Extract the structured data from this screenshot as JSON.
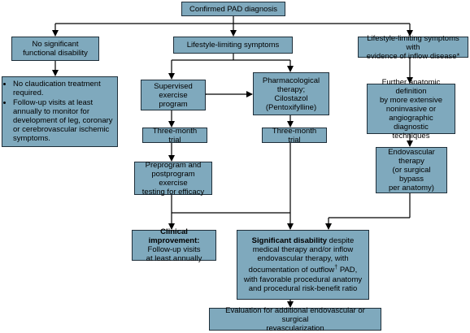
{
  "nodes": {
    "confirmed": "Confirmed PAD diagnosis",
    "no_sig_1": "No significant",
    "no_sig_2": "functional disability",
    "lifestyle": "Lifestyle-limiting symptoms",
    "inflow_1": "Lifestyle-limiting symptoms with",
    "inflow_2": "evidence of inflow disease*",
    "no_claud_items": [
      "No claudication treatment required.",
      "Follow-up visits at least annually to monitor for development of leg, coronary or cerebrovascular ischemic symptoms."
    ],
    "supervised_1": "Supervised",
    "supervised_2": "exercise program",
    "pharm_1": "Pharmacological",
    "pharm_2": "therapy;",
    "pharm_3": "Cilostazol",
    "pharm_4": "(Pentoxifylline)",
    "anatomic_1": "Further anatomic definition",
    "anatomic_2": "by more extensive",
    "anatomic_3": "noninvasive or",
    "anatomic_4": "angiographic diagnostic",
    "anatomic_5": "techniques",
    "trial_left": "Three-month trial",
    "trial_right": "Three-month trial",
    "endo_1": "Endovascular",
    "endo_2": "therapy",
    "endo_3": "(or surgical bypass",
    "endo_4": "per anatomy)",
    "preprog_1": "Preprogram and",
    "preprog_2": "postprogram exercise",
    "preprog_3": "testing for efficacy",
    "clinical_bold": "Clinical improvement:",
    "clinical_2": "Follow-up visits",
    "clinical_3": "at least annually",
    "sig_bold": "Significant disability",
    "sig_1a": " despite",
    "sig_2": "medical therapy and/or inflow",
    "sig_3": "endovascular therapy, with",
    "sig_4a": "documentation of outflow",
    "sig_dagger": "†",
    "sig_4b": " PAD,",
    "sig_5": "with favorable procedural anatomy",
    "sig_6": "and procedural risk-benefit ratio",
    "eval_1": "Evaluation for additional endovascular or surgical",
    "eval_2": "revascularization"
  }
}
